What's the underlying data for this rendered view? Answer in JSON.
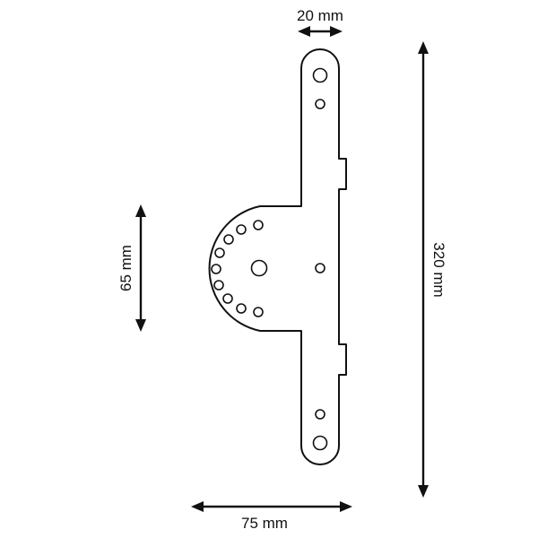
{
  "dimensions": {
    "width_top": "20 mm",
    "height_total": "320 mm",
    "height_disc": "65 mm",
    "width_bottom": "75 mm"
  },
  "colors": {
    "stroke": "#111111",
    "background": "#ffffff"
  },
  "icons": [
    "double-arrow-icon"
  ]
}
